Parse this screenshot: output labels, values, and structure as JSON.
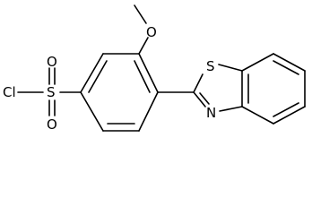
{
  "molecule": {
    "atoms": {
      "chlorine": "Cl",
      "sulfur_sulfonyl": "S",
      "oxygen_sulfonyl_top": "O",
      "oxygen_sulfonyl_bottom": "O",
      "oxygen_methoxy": "O",
      "sulfur_thiazole": "S",
      "nitrogen_thiazole": "N"
    }
  }
}
